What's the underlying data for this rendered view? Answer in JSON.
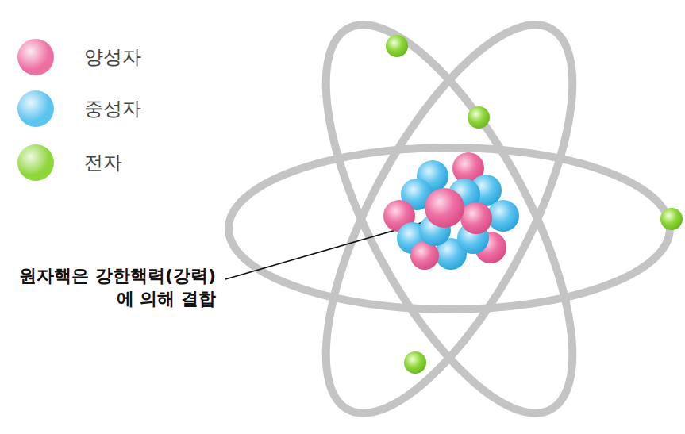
{
  "diagram": {
    "labels": [
      "원자핵은 강한핵력(강력)에 의해 결합"
    ],
    "legend": [
      {
        "text": "양성자",
        "color": "#ee6fa3"
      },
      {
        "text": "중성자",
        "color": "#5cc4ef"
      },
      {
        "text": "전자",
        "color": "#8ed63a"
      }
    ]
  }
}
